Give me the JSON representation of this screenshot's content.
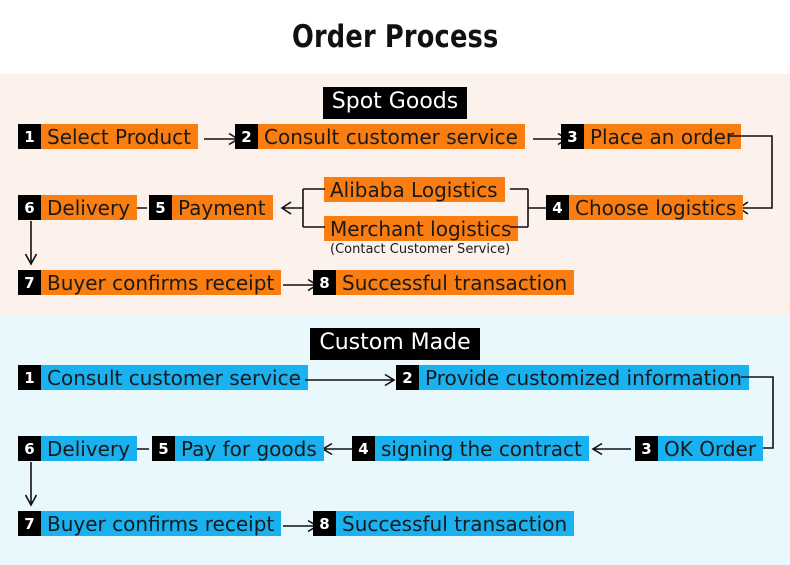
{
  "page": {
    "title": "Order Process",
    "colors": {
      "spot_background": "#fdf1ec",
      "custom_background": "#e9f8fd",
      "spot_highlight": "#f97d10",
      "custom_highlight": "#19b1ef",
      "banner_background": "#000000",
      "banner_text": "#ffffff",
      "line": "#111111"
    }
  },
  "sections": [
    {
      "id": "spot-goods",
      "banner": "Spot Goods",
      "steps": [
        {
          "num": "1",
          "label": "Select Product"
        },
        {
          "num": "2",
          "label": "Consult customer service"
        },
        {
          "num": "3",
          "label": "Place an order"
        },
        {
          "num": "4",
          "label": "Choose logistics"
        },
        {
          "num": "5",
          "label": "Payment"
        },
        {
          "num": "6",
          "label": "Delivery"
        },
        {
          "num": "7",
          "label": "Buyer confirms receipt"
        },
        {
          "num": "8",
          "label": "Successful transaction"
        }
      ],
      "options": [
        {
          "label": "Alibaba Logistics"
        },
        {
          "label": "Merchant logistics"
        }
      ],
      "option_note": "(Contact Customer Service)"
    },
    {
      "id": "custom-made",
      "banner": "Custom Made",
      "steps": [
        {
          "num": "1",
          "label": "Consult customer service"
        },
        {
          "num": "2",
          "label": "Provide customized information"
        },
        {
          "num": "3",
          "label": "OK Order"
        },
        {
          "num": "4",
          "label": "signing the contract"
        },
        {
          "num": "5",
          "label": "Pay for goods"
        },
        {
          "num": "6",
          "label": "Delivery"
        },
        {
          "num": "7",
          "label": "Buyer confirms receipt"
        },
        {
          "num": "8",
          "label": "Successful transaction"
        }
      ]
    }
  ]
}
